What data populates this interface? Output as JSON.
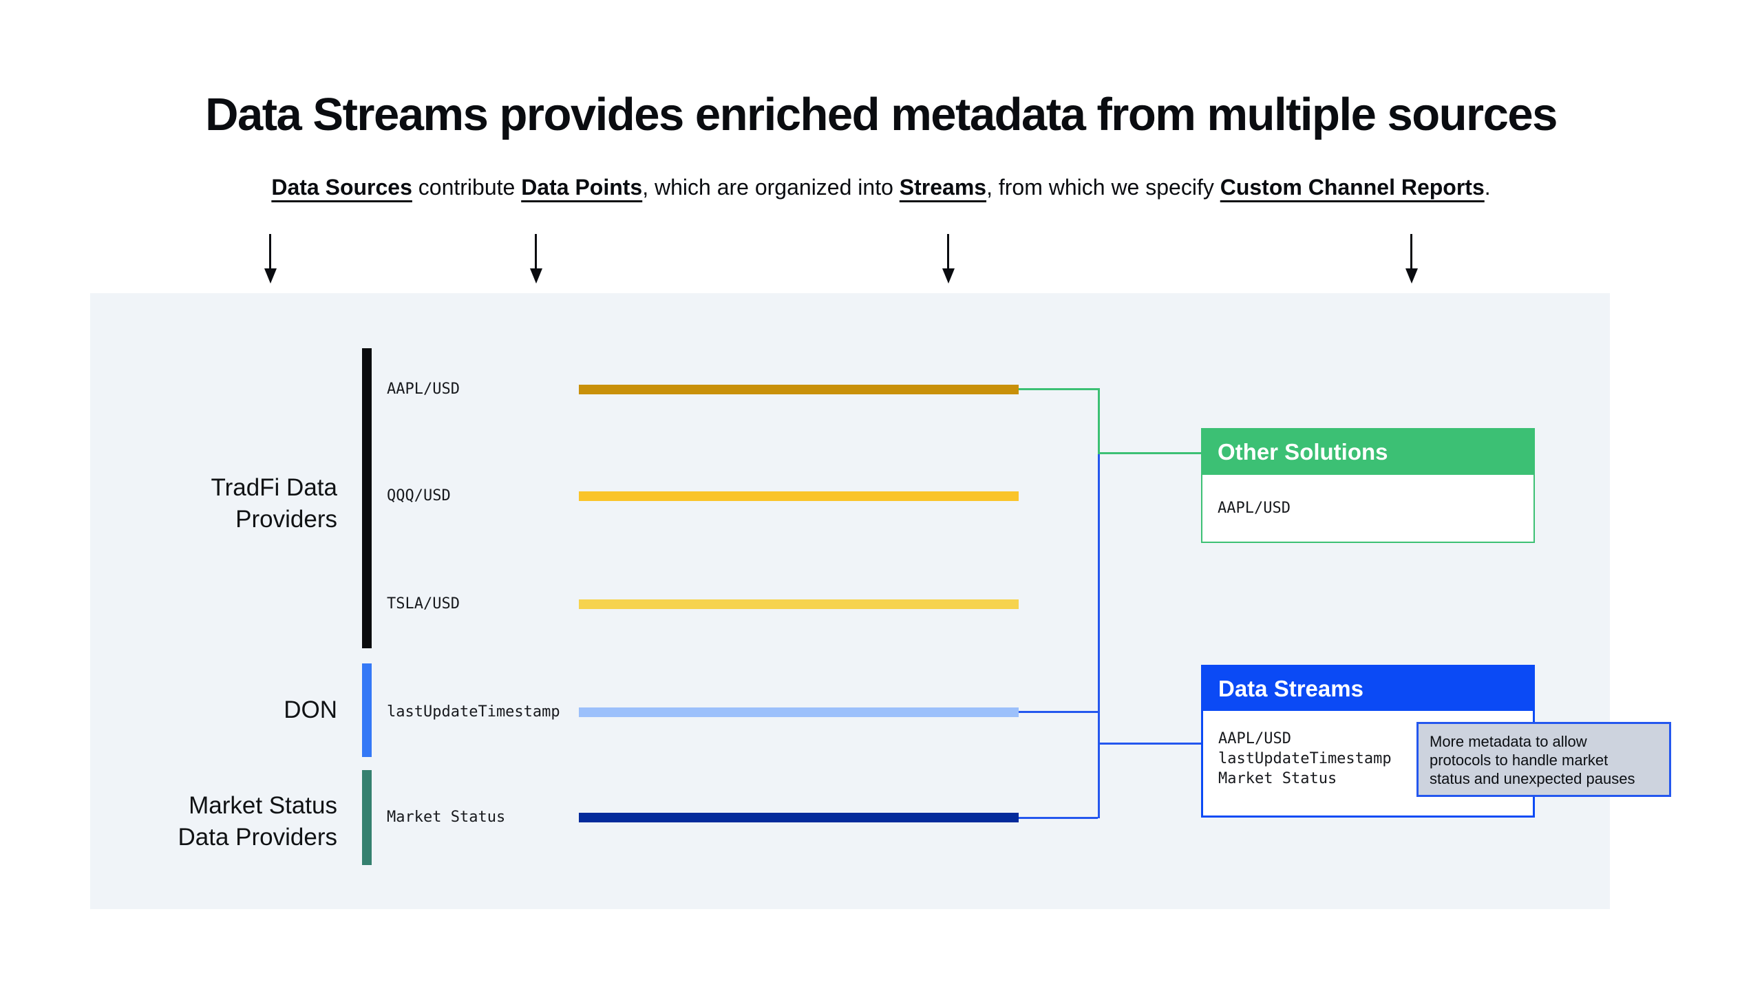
{
  "header": {
    "title": "Data Streams provides enriched metadata from multiple sources"
  },
  "subtitle": {
    "parts": [
      {
        "text": "Data Sources",
        "emphasis": true
      },
      {
        "text": " contribute ",
        "emphasis": false
      },
      {
        "text": "Data Points",
        "emphasis": true
      },
      {
        "text": ", which are organized into ",
        "emphasis": false
      },
      {
        "text": "Streams",
        "emphasis": true
      },
      {
        "text": ", from which we specify ",
        "emphasis": false
      },
      {
        "text": "Custom Channel Reports",
        "emphasis": true
      },
      {
        "text": ".",
        "emphasis": false
      }
    ]
  },
  "arrows": {
    "color": "#0a0c10",
    "targets": [
      "Data Sources",
      "Data Points",
      "Streams",
      "Custom Channel Reports"
    ]
  },
  "panel": {
    "background": "#f0f4f8"
  },
  "sources": [
    {
      "label": "TradFi Data\nProviders",
      "bar_color": "#0b0c0e"
    },
    {
      "label": "DON",
      "bar_color": "#3478f6"
    },
    {
      "label": "Market Status\nData Providers",
      "bar_color": "#35806f"
    }
  ],
  "streams": [
    {
      "label": "AAPL/USD",
      "bar_color": "#c8900a"
    },
    {
      "label": "QQQ/USD",
      "bar_color": "#fac42a"
    },
    {
      "label": "TSLA/USD",
      "bar_color": "#f6d34e"
    },
    {
      "label": "lastUpdateTimestamp",
      "bar_color": "#9cc0fb"
    },
    {
      "label": "Market Status",
      "bar_color": "#042b9b"
    }
  ],
  "connectors": {
    "green": "#3cc074",
    "blue": "#2457ee"
  },
  "boxes": {
    "other_solutions": {
      "title": "Other Solutions",
      "header_color": "#3cc074",
      "items": [
        "AAPL/USD"
      ]
    },
    "data_streams": {
      "title": "Data Streams",
      "header_color": "#0b4af5",
      "items": [
        "AAPL/USD",
        "lastUpdateTimestamp",
        "Market Status"
      ]
    }
  },
  "tooltip": {
    "text": "More metadata to allow\nprotocols to handle market\nstatus and unexpected pauses",
    "background": "#cdd3de",
    "border_color": "#2457ee"
  }
}
